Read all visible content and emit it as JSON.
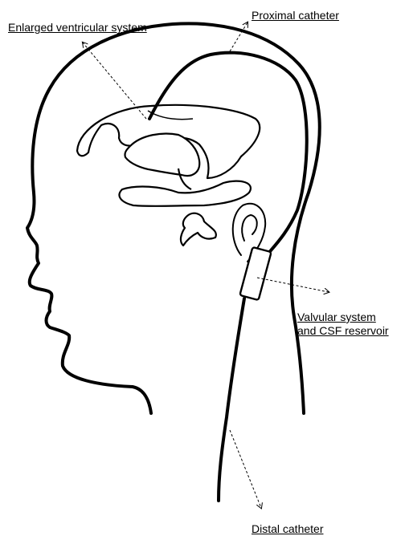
{
  "labels": {
    "ventricular": "Enlarged ventricular system",
    "proximal": "Proximal catheter",
    "valvular_line1": "Valvular system",
    "valvular_line2": "and CSF reservoir",
    "distal": "Distal catheter"
  },
  "colors": {
    "outline": "#000000",
    "ventricle_fill": "#ffffff",
    "background": "#ffffff"
  }
}
